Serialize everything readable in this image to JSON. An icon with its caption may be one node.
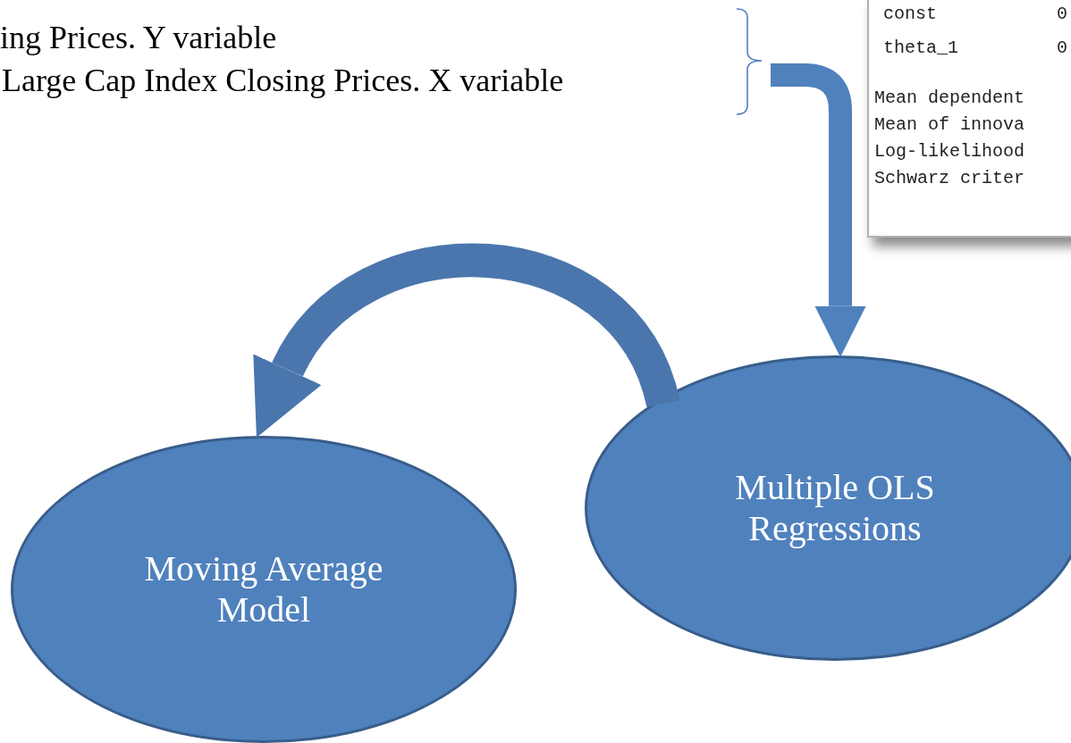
{
  "diagram": {
    "nodes": [
      {
        "text": [
          "ing Prices. Y variable",
          "Large Cap Index Closing Prices. X variable"
        ]
      },
      {
        "text": [
          "const",
          "0",
          "theta_1",
          "0",
          "Mean dependent",
          "Mean of innova",
          "Log-likelihood",
          "Schwarz criter"
        ]
      },
      {
        "text": [
          "Multiple OLS Regressions"
        ]
      },
      {
        "text": [
          "Moving Average Model"
        ]
      }
    ],
    "edges": [
      {
        "from": 0,
        "to": 2,
        "arrow": "to"
      },
      {
        "from": 2,
        "to": 3,
        "arrow": "to"
      }
    ]
  }
}
